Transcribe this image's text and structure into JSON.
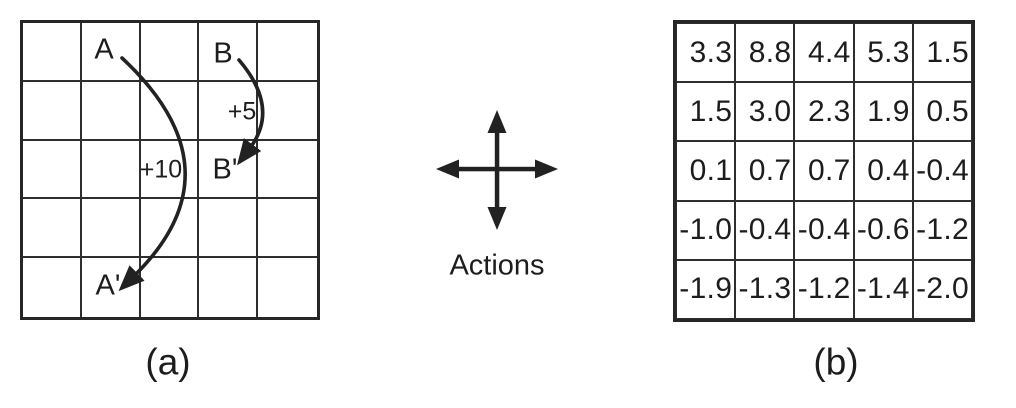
{
  "figure": {
    "caption_a": "(a)",
    "caption_b": "(b)"
  },
  "panel_a": {
    "grid_rows": 5,
    "grid_cols": 5,
    "labels": {
      "a": "A",
      "b": "B",
      "a_prime": "A'",
      "b_prime": "B'"
    },
    "rewards": {
      "a_to_a_prime": "+10",
      "b_to_b_prime": "+5"
    }
  },
  "actions": {
    "label": "Actions",
    "directions": [
      "up",
      "down",
      "left",
      "right"
    ]
  },
  "panel_b": {
    "grid_rows": 5,
    "grid_cols": 5,
    "values": [
      [
        "3.3",
        "8.8",
        "4.4",
        "5.3",
        "1.5"
      ],
      [
        "1.5",
        "3.0",
        "2.3",
        "1.9",
        "0.5"
      ],
      [
        "0.1",
        "0.7",
        "0.7",
        "0.4",
        "-0.4"
      ],
      [
        "-1.0",
        "-0.4",
        "-0.4",
        "-0.6",
        "-1.2"
      ],
      [
        "-1.9",
        "-1.3",
        "-1.2",
        "-1.4",
        "-2.0"
      ]
    ]
  },
  "colors": {
    "ink": "#1d1d1d",
    "line": "#2a2a2a",
    "background": "#ffffff"
  }
}
